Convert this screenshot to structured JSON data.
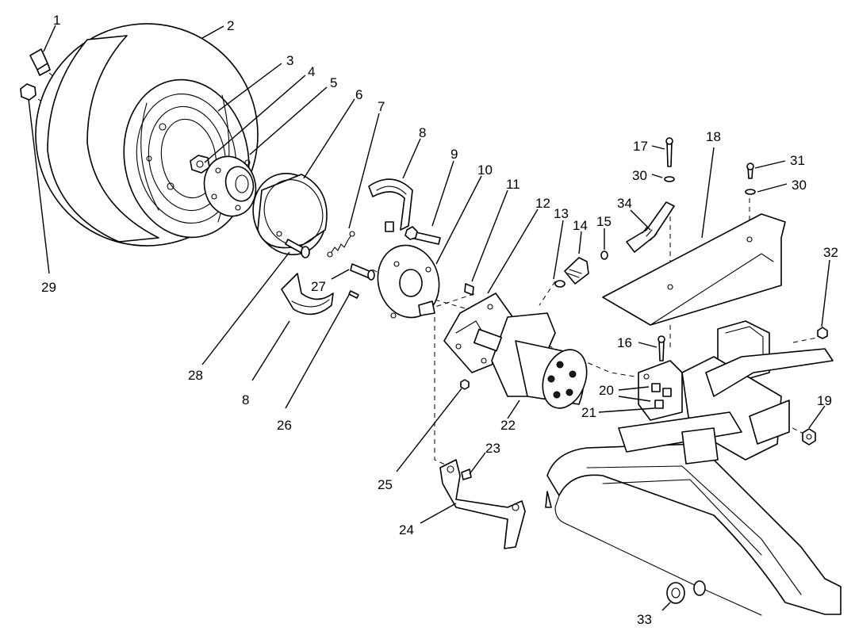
{
  "callouts": {
    "c1": "1",
    "c2": "2",
    "c3": "3",
    "c4": "4",
    "c5": "5",
    "c6": "6",
    "c7": "7",
    "c8a": "8",
    "c8b": "8",
    "c9": "9",
    "c10": "10",
    "c11": "11",
    "c12": "12",
    "c13": "13",
    "c14": "14",
    "c15": "15",
    "c16": "16",
    "c17": "17",
    "c18": "18",
    "c19": "19",
    "c20": "20",
    "c21": "21",
    "c22": "22",
    "c23": "23",
    "c24": "24",
    "c25": "25",
    "c26": "26",
    "c27": "27",
    "c28": "28",
    "c29": "29",
    "c30a": "30",
    "c30b": "30",
    "c31": "31",
    "c32": "32",
    "c33": "33",
    "c34": "34"
  }
}
